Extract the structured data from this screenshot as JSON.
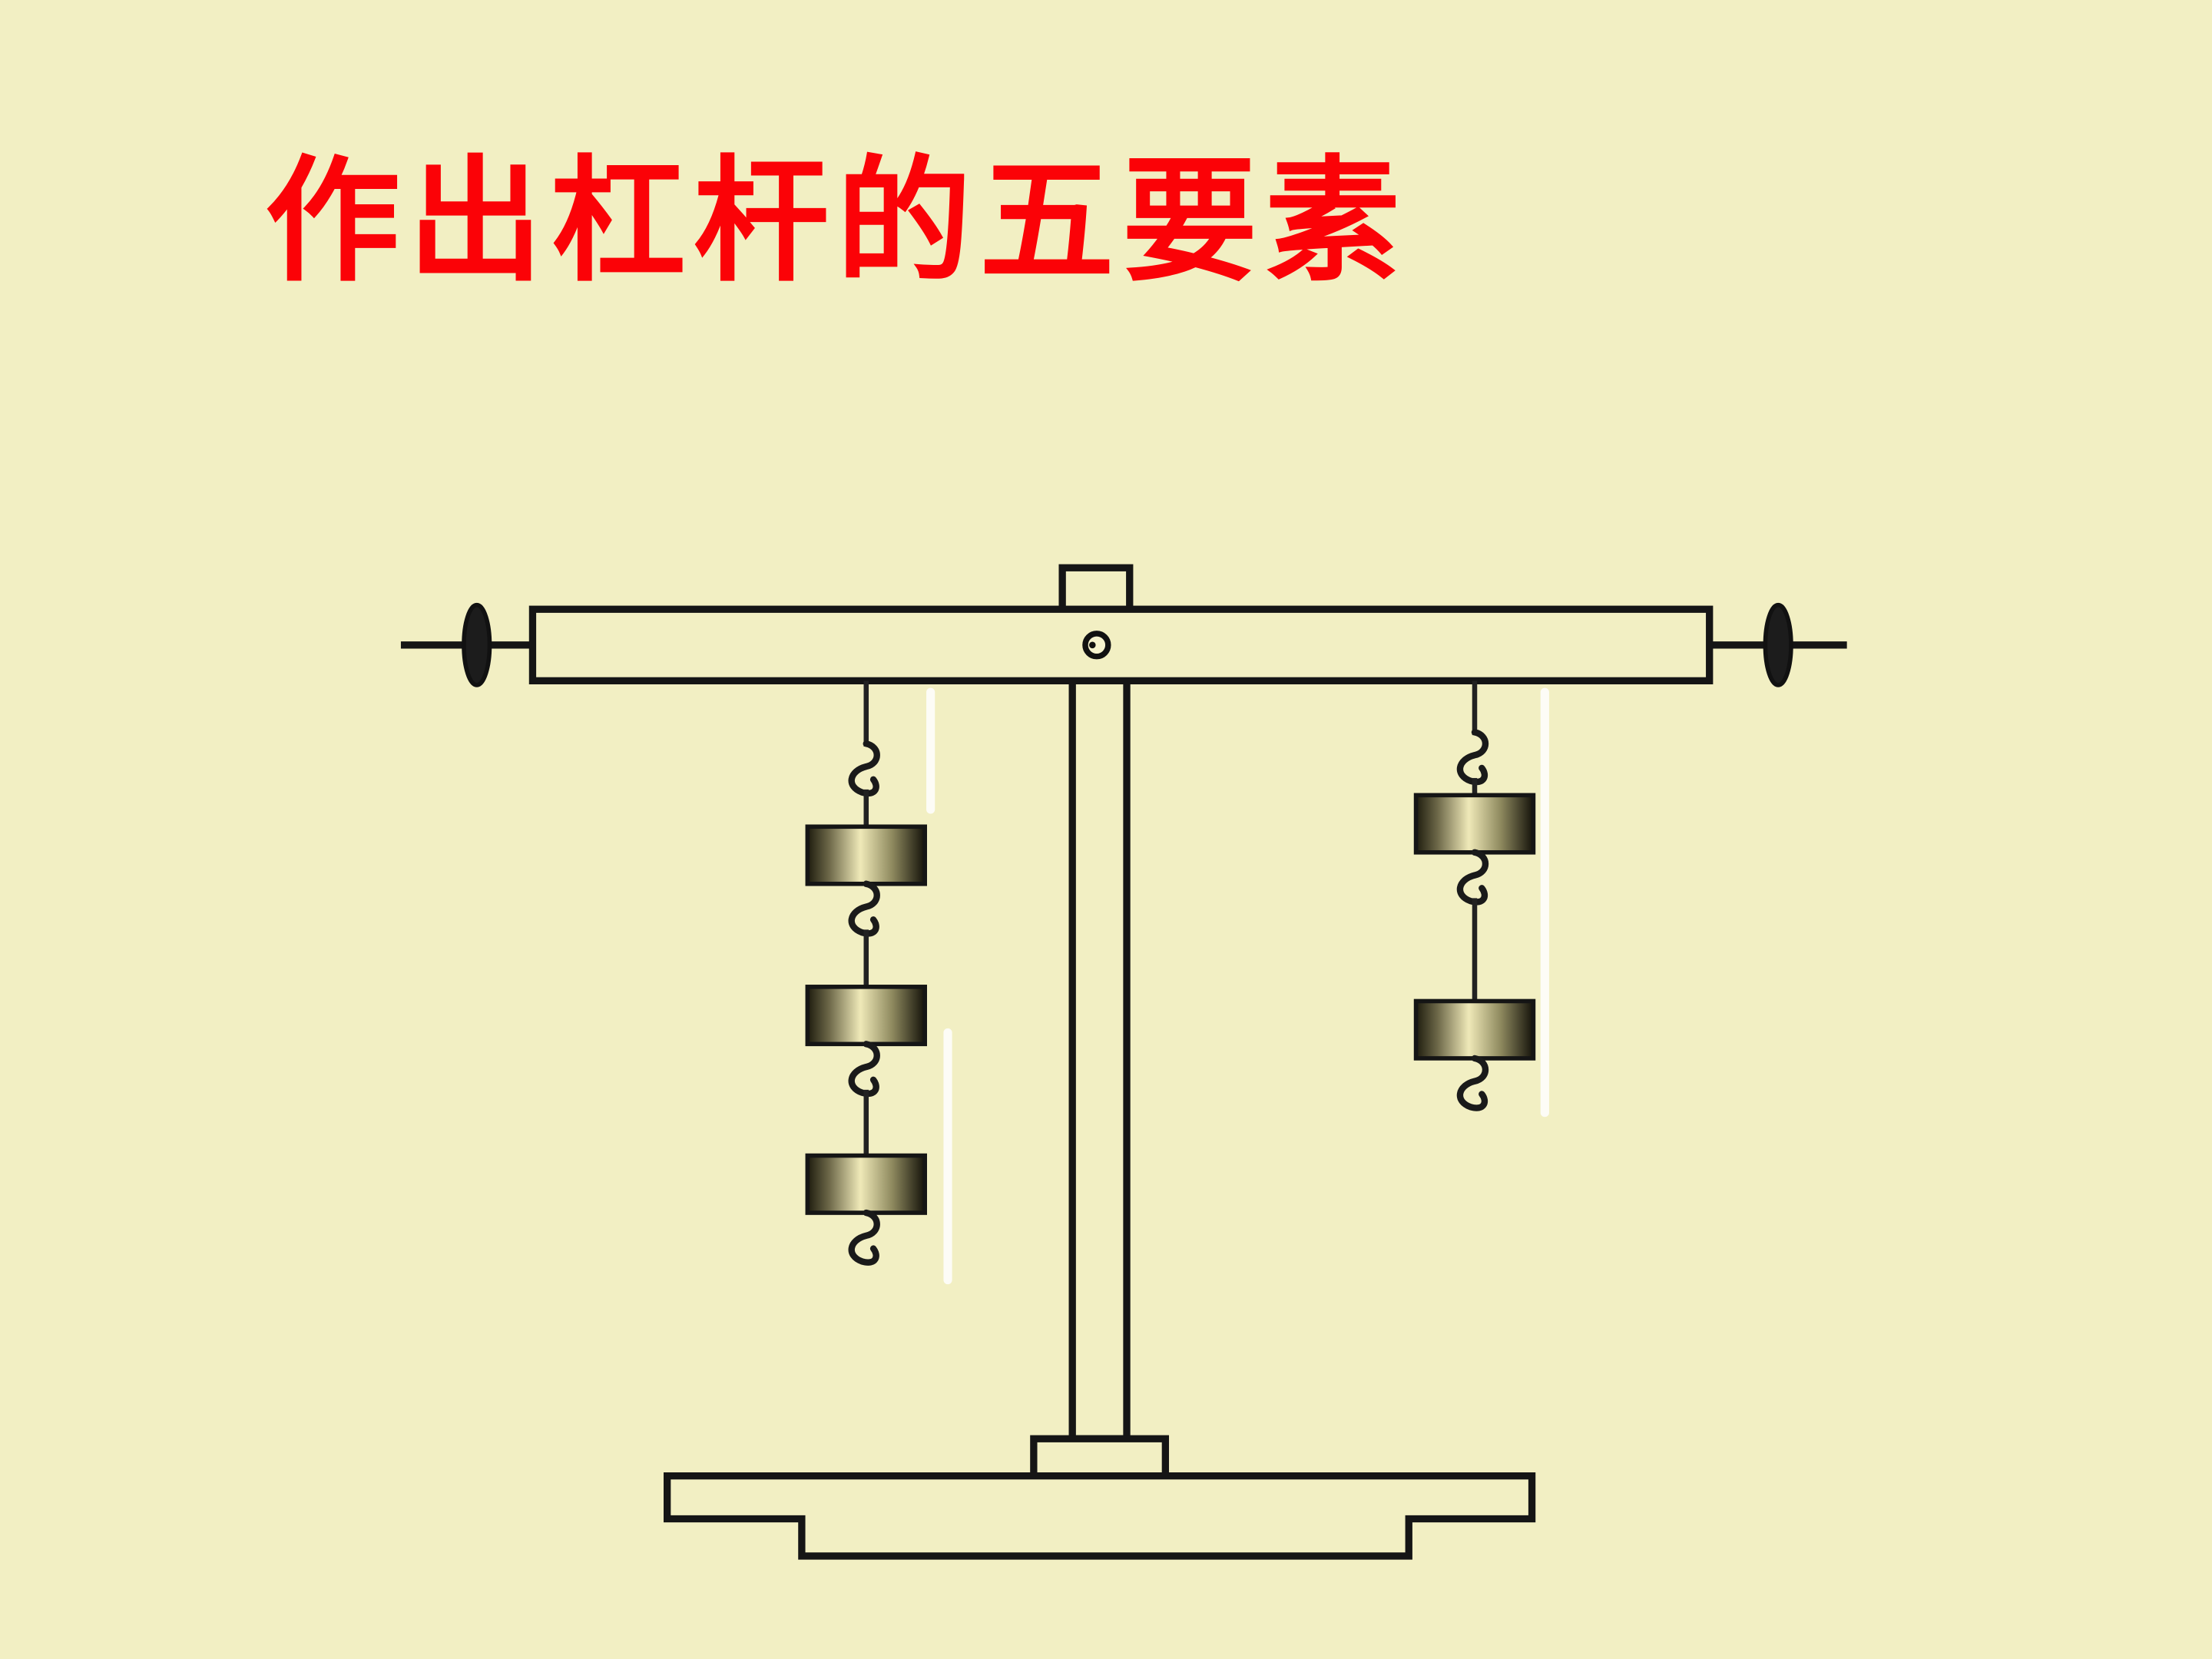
{
  "slide": {
    "title": "作出杠杆的五要素",
    "colors": {
      "background": "#F2EFC3",
      "title": "#FB0207",
      "outline": "#151515",
      "weight_highlight": "#EFE9B8",
      "weight_shadow": "#1E1C0E"
    }
  },
  "diagram": {
    "type": "lever-balance-apparatus",
    "left_hanger": {
      "weights": 3,
      "hooks": 4
    },
    "right_hanger": {
      "weights": 2,
      "hooks": 3
    },
    "balance_nuts": 2,
    "fulcrum": 1
  }
}
